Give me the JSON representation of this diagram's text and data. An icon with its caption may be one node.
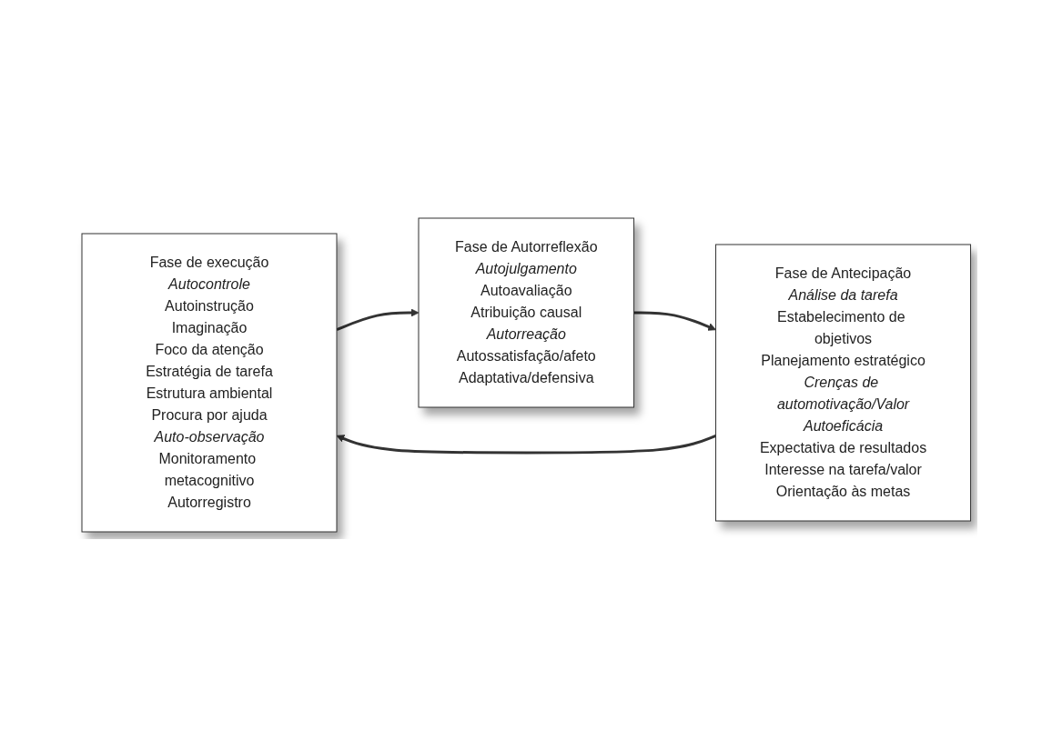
{
  "diagram": {
    "nodes": [
      {
        "text": [
          "Fase de execução",
          "Autocontrole",
          "Autoinstrução",
          "Imaginação",
          "Foco da atenção",
          "Estratégia de tarefa",
          "Estrutura ambiental",
          "Procura por ajuda",
          "Auto-observação",
          "Monitoramento metacognitivo",
          "Autorregistro"
        ]
      },
      {
        "text": [
          "Fase de Antecipação",
          "Análise da tarefa",
          "Estabelecimento de objetivos",
          "Planejamento estratégico",
          "Crenças de automotivação/Valor",
          "Autoeficácia",
          "Expectativa de resultados",
          "Interesse na tarefa/valor",
          "Orientação às metas"
        ]
      },
      {
        "text": [
          "Fase de Autorreflexão",
          "Autojulgamento",
          "Autoavaliação",
          "Atribuição causal",
          "Autorreação",
          "Autossatisfação/afeto",
          "Adaptativa/defensiva"
        ]
      }
    ],
    "edges": [
      {
        "from": 1,
        "to": 0,
        "arrow": "to"
      },
      {
        "from": 0,
        "to": 2,
        "arrow": "to"
      },
      {
        "from": 2,
        "to": 1,
        "arrow": "to"
      }
    ]
  }
}
